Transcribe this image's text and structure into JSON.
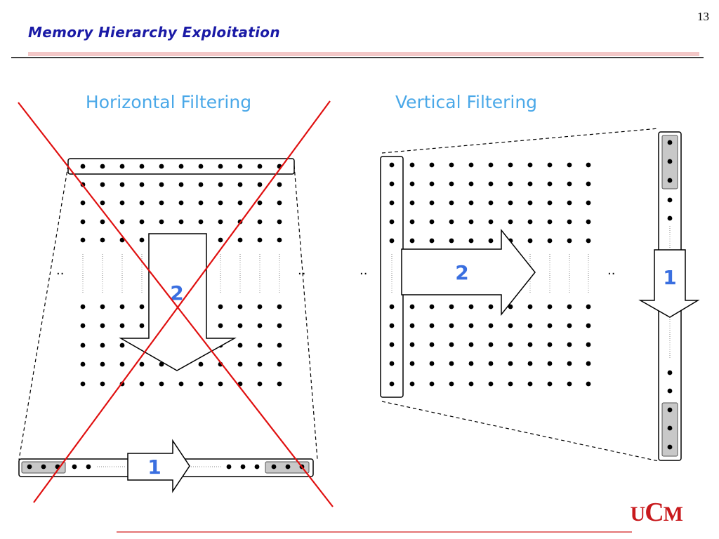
{
  "slide": {
    "number": "13",
    "title": "Memory Hierarchy Exploitation"
  },
  "horizontal": {
    "heading": "Horizontal Filtering",
    "arrow_down_label": "2",
    "arrow_right_label": "1",
    "crossed_out": true
  },
  "vertical": {
    "heading": "Vertical Filtering",
    "arrow_right_label": "2",
    "arrow_down_label": "1"
  },
  "ellipsis": "··",
  "logo": {
    "prefix": "U",
    "middle": "C",
    "suffix": "M"
  },
  "colors": {
    "title": "#1a1aa6",
    "heading": "#4aa8e8",
    "label": "#3a6fe0",
    "cross": "#e01010",
    "rule": "#d42020",
    "logo": "#c8191c"
  }
}
